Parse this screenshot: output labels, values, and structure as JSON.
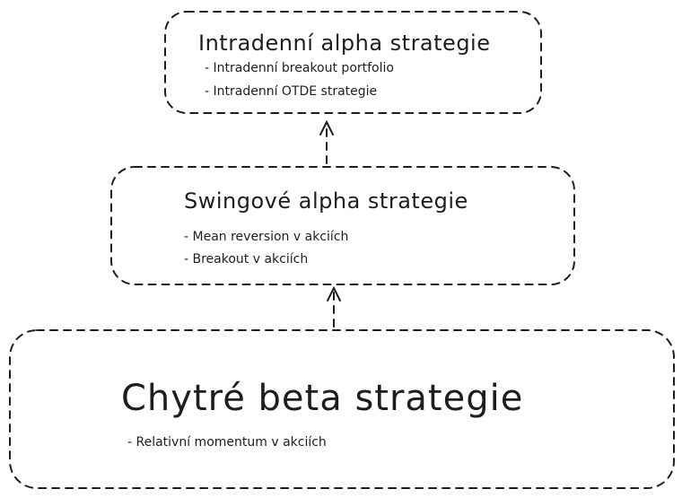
{
  "boxes": [
    {
      "title": "Intradenní alpha strategie",
      "items": [
        "- Intradenní breakout portfolio",
        "- Intradenní OTDE strategie"
      ]
    },
    {
      "title": "Swingové alpha strategie",
      "items": [
        "- Mean reversion v akciích",
        "- Breakout v akciích"
      ]
    },
    {
      "title": "Chytré beta strategie",
      "items": [
        "- Relativní momentum v akciích"
      ]
    }
  ],
  "colors": {
    "stroke": "#1e1e1e",
    "background": "#ffffff"
  }
}
